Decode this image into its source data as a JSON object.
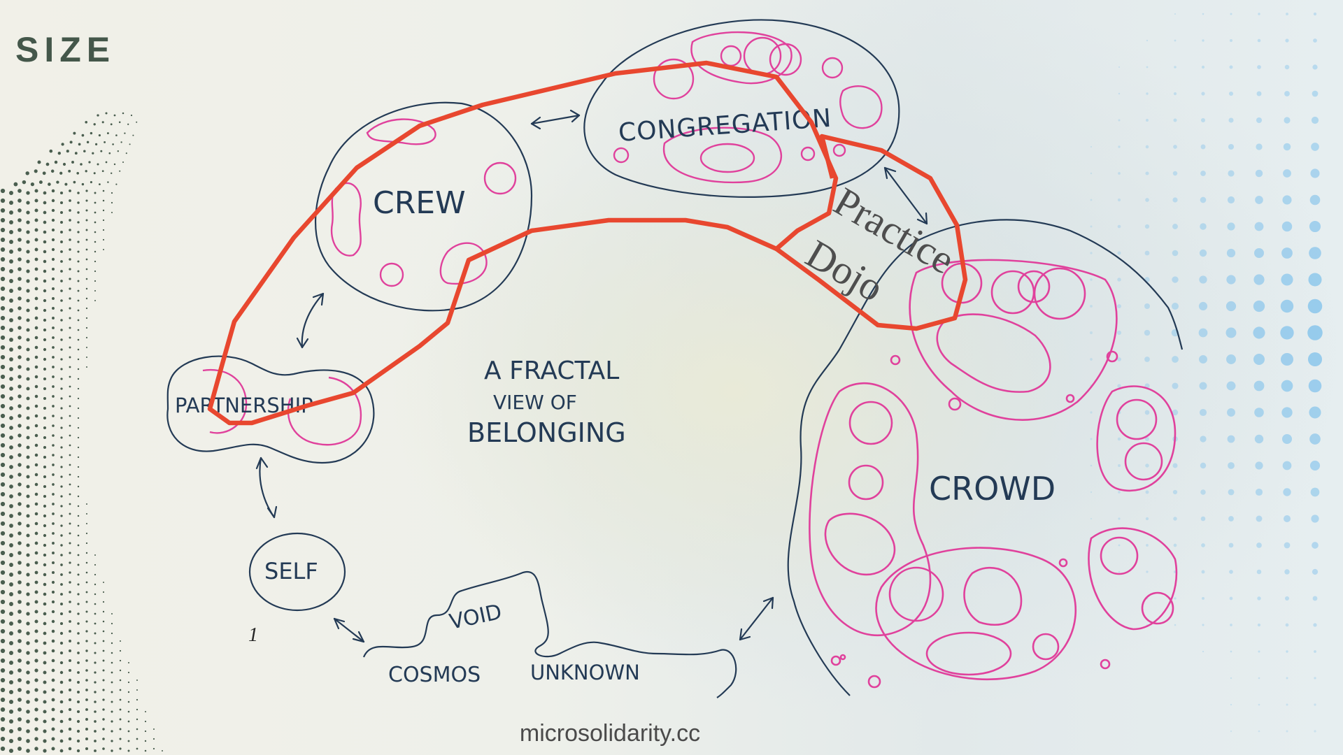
{
  "slide": {
    "heading": "SIZE",
    "page_number": "1",
    "footer": "microsolidarity.cc"
  },
  "diagram": {
    "title_lines": [
      "A FRACTAL",
      "VIEW OF",
      "BELONGING"
    ],
    "nodes": {
      "self": "SELF",
      "partnership": "PARTNERSHIP",
      "crew": "CREW",
      "congregation": "CONGREGATION",
      "crowd": "CROWD",
      "void": "VOID",
      "cosmos": "COSMOS",
      "unknown": "UNKNOWN"
    },
    "overlay_labels": [
      "Practice",
      "Dojo"
    ],
    "colors": {
      "ink": "#233a55",
      "pink": "#e0419c",
      "highlight": "#e8472f",
      "heading": "#44574a"
    }
  }
}
